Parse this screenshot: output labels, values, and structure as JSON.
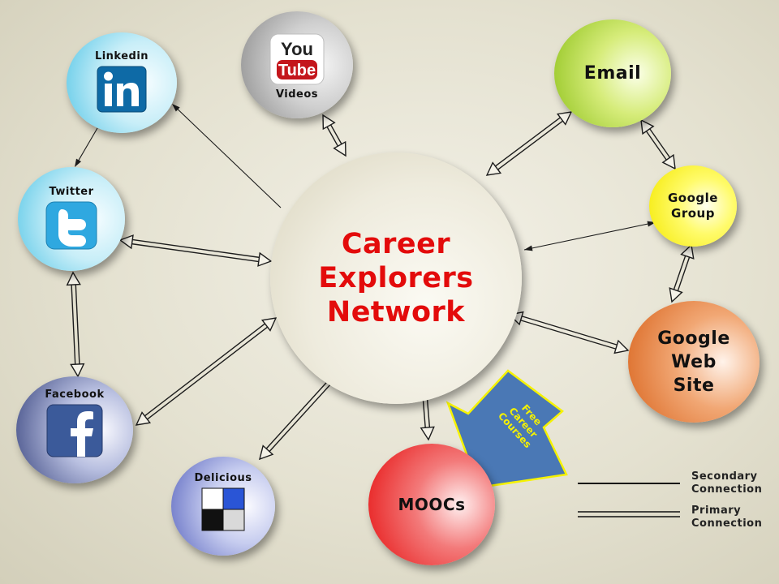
{
  "center": {
    "title_line1": "Career",
    "title_line2": "Explorers",
    "title_line3": "Network"
  },
  "nodes": {
    "linkedin": {
      "label": "Linkedin",
      "icon": "linkedin-icon",
      "color": "#56c6e6"
    },
    "twitter": {
      "label": "Twitter",
      "icon": "twitter-icon",
      "color": "#56c6e6"
    },
    "facebook": {
      "label": "Facebook",
      "icon": "facebook-icon",
      "color": "#39457f"
    },
    "delicious": {
      "label": "Delicious",
      "icon": "delicious-icon",
      "color": "#5a66bf"
    },
    "youtube": {
      "label": "Videos",
      "icon": "youtube-icon",
      "icon_text_1": "You",
      "icon_text_2": "Tube",
      "color": "#8a8a8a"
    },
    "email": {
      "label": "Email",
      "color": "#8fc21c"
    },
    "google_group": {
      "label_line1": "Google",
      "label_line2": "Group",
      "color": "#f4e800"
    },
    "google_site": {
      "label_line1": "Google",
      "label_line2": "Web",
      "label_line3": "Site",
      "color": "#d9641d"
    },
    "moocs": {
      "label": "MOOCs",
      "color": "#e61010"
    }
  },
  "callout": {
    "line1": "Free",
    "line2": "Career",
    "line3": "Courses",
    "fill": "#4a78b5",
    "border": "#f5f200"
  },
  "legend": {
    "secondary_line1": "Secondary",
    "secondary_line2": "Connection",
    "primary_line1": "Primary",
    "primary_line2": "Connection"
  },
  "connections": [
    {
      "from": "center",
      "to": "linkedin",
      "type": "secondary"
    },
    {
      "from": "linkedin",
      "to": "twitter",
      "type": "secondary"
    },
    {
      "from": "center",
      "to": "google_group",
      "type": "secondary"
    },
    {
      "from": "center",
      "to": "twitter",
      "type": "primary"
    },
    {
      "from": "center",
      "to": "facebook",
      "type": "primary"
    },
    {
      "from": "center",
      "to": "delicious",
      "type": "primary"
    },
    {
      "from": "center",
      "to": "youtube",
      "type": "primary"
    },
    {
      "from": "center",
      "to": "email",
      "type": "primary"
    },
    {
      "from": "center",
      "to": "google_site",
      "type": "primary"
    },
    {
      "from": "center",
      "to": "moocs",
      "type": "primary"
    },
    {
      "from": "twitter",
      "to": "facebook",
      "type": "primary"
    },
    {
      "from": "email",
      "to": "google_group",
      "type": "primary"
    },
    {
      "from": "google_group",
      "to": "google_site",
      "type": "primary"
    }
  ]
}
